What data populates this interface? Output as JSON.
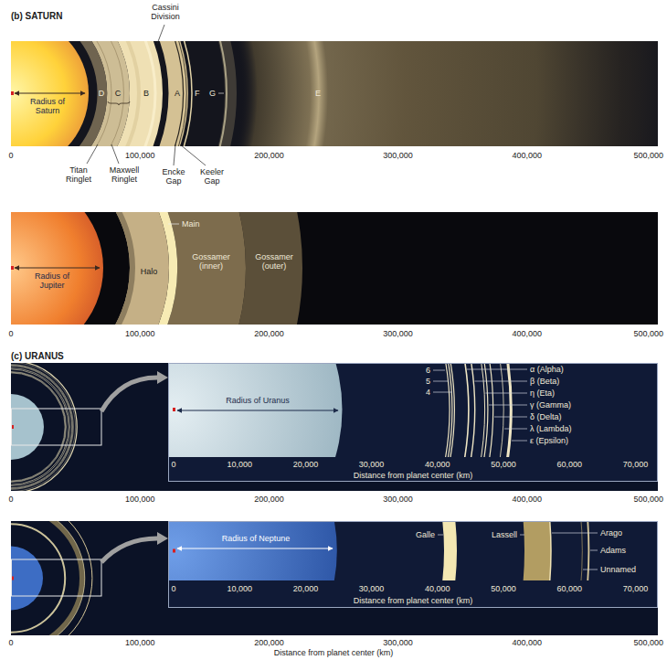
{
  "diagram": {
    "labels": [
      "(b) SATURN",
      "Cassini Division",
      "Radius of Saturn",
      "D",
      "C",
      "B",
      "A",
      "F",
      "G",
      "E",
      "0",
      "100,000",
      "200,000",
      "300,000",
      "400,000",
      "500,000",
      "Titan Ringlet",
      "Maxwell Ringlet",
      "Encke Gap",
      "Keeler Gap",
      "Main",
      "Radius of Jupiter",
      "Halo",
      "Gossamer (inner)",
      "Gossamer (outer)",
      "0",
      "100,000",
      "200,000",
      "300,000",
      "400,000",
      "500,000",
      "(c) URANUS",
      "Radius of Uranus",
      "6",
      "5",
      "4",
      "α (Alpha)",
      "β (Beta)",
      "η (Eta)",
      "γ (Gamma)",
      "δ (Delta)",
      "λ (Lambda)",
      "ε (Epsilon)",
      "0",
      "10,000",
      "20,000",
      "30,000",
      "40,000",
      "50,000",
      "60,000",
      "70,000",
      "Distance from planet center (km)",
      "0",
      "100,000",
      "200,000",
      "300,000",
      "400,000",
      "500,000",
      "Radius of Neptune",
      "Galle",
      "Lassell",
      "Arago",
      "Adams",
      "Unnamed",
      "0",
      "10,000",
      "20,000",
      "30,000",
      "40,000",
      "50,000",
      "60,000",
      "70,000",
      "Distance from planet center (km)",
      "0",
      "100,000",
      "200,000",
      "300,000",
      "400,000",
      "500,000",
      "Distance from planet center (km)"
    ]
  }
}
